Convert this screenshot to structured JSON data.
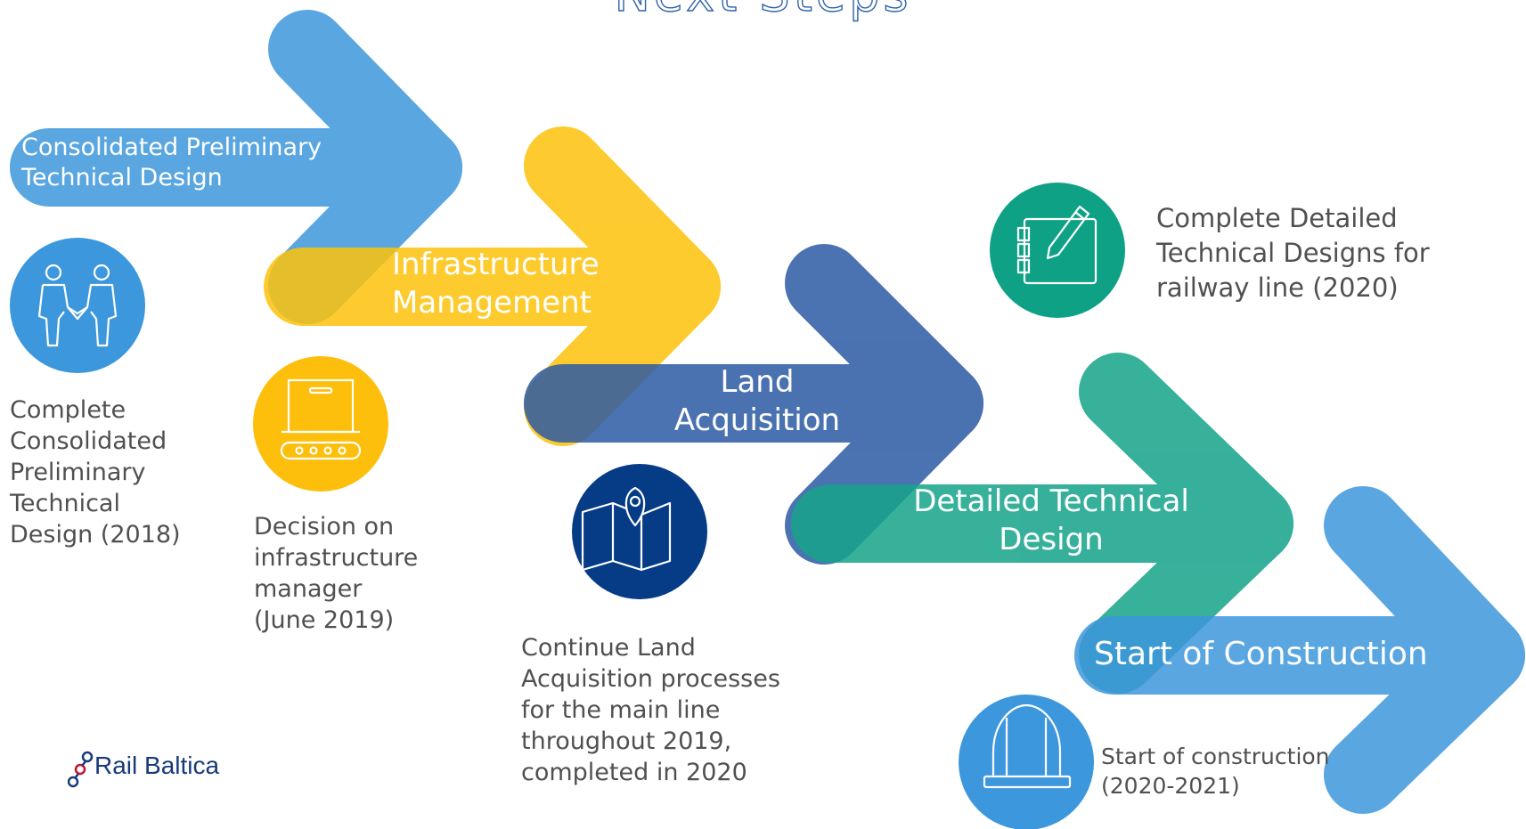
{
  "title": "Next Steps",
  "steps": [
    {
      "label": "Consolidated Preliminary\nTechnical Design",
      "color": "#3d97dc",
      "description": "Complete\nConsolidated\nPreliminary\nTechnical\nDesign (2018)",
      "icon": "handshake-people-icon",
      "icon_color": "#3d97dc"
    },
    {
      "label": "Infrastructure\nManagement",
      "color": "#fdc20a",
      "description": "Decision on\ninfrastructure\nmanager\n(June 2019)",
      "icon": "box-conveyor-icon",
      "icon_color": "#fdbf0b"
    },
    {
      "label": "Land\nAcquisition",
      "color": "#2b5aa3",
      "description": "Continue Land\nAcquisition processes\nfor the main line\nthroughout 2019,\ncompleted in 2020",
      "icon": "map-pin-icon",
      "icon_color": "#063b86"
    },
    {
      "label": "Detailed Technical\nDesign",
      "color": "#15a38a",
      "description": "Complete Detailed\nTechnical Designs for\nrailway line (2020)",
      "icon": "notepad-pencil-icon",
      "icon_color": "#0fa186"
    },
    {
      "label": "Start of Construction",
      "color": "#3d97dc",
      "description": "Start of construction\n(2020-2021)",
      "icon": "hard-hat-icon",
      "icon_color": "#3d97dc"
    }
  ],
  "logo": {
    "text": "Rail Baltica"
  }
}
